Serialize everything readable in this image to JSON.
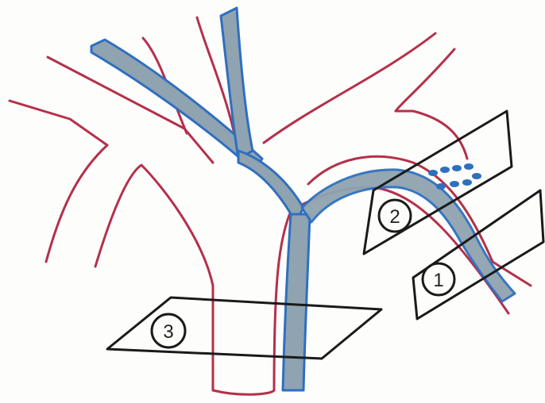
{
  "planes": [
    {
      "number": "1",
      "label": "1"
    },
    {
      "number": "2",
      "label": "2"
    },
    {
      "number": "3",
      "label": "3"
    }
  ],
  "colors": {
    "outer_wall": "#b4304a",
    "lumen_fill": "#8fa3b0",
    "lumen_edge": "#2f6fc0",
    "plane_line": "#1a1a1a",
    "background": "#fdfdfb"
  }
}
